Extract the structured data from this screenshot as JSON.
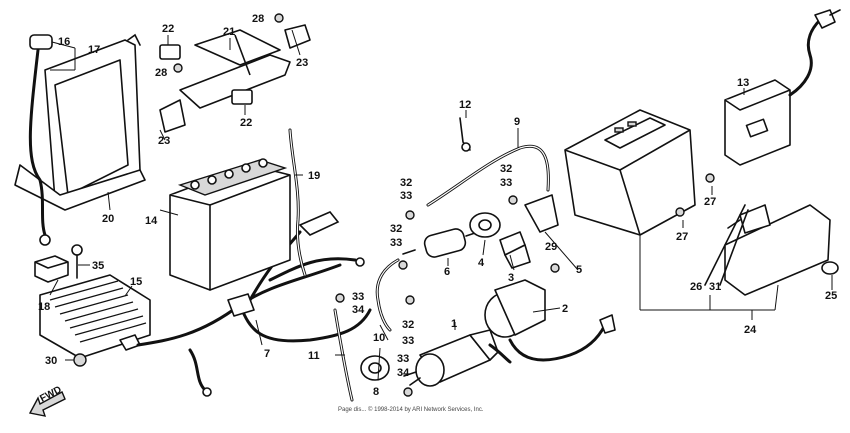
{
  "diagram": {
    "callouts": {
      "c1": "1",
      "c2": "2",
      "c3": "3",
      "c4": "4",
      "c5": "5",
      "c6": "6",
      "c7": "7",
      "c8": "8",
      "c9": "9",
      "c10": "10",
      "c11": "11",
      "c12": "12",
      "c13": "13",
      "c14": "14",
      "c15": "15",
      "c16": "16",
      "c17": "17",
      "c18": "18",
      "c19": "19",
      "c20": "20",
      "c21": "21",
      "c22a": "22",
      "c22b": "22",
      "c23a": "23",
      "c23b": "23",
      "c24": "24",
      "c25": "25",
      "c26": "26",
      "c27a": "27",
      "c27b": "27",
      "c28a": "28",
      "c28b": "28",
      "c29": "29",
      "c30": "30",
      "c31": "31",
      "c32a": "32",
      "c33a": "33",
      "c32b": "32",
      "c33b": "33",
      "c32c": "32",
      "c33c": "33",
      "c33d": "33",
      "c34a": "34",
      "c32d": "32",
      "c33e": "33",
      "c33f": "33",
      "c34b": "34",
      "c35": "35"
    },
    "fwd_label": "FWD",
    "copyright": "Page dis... © 1998-2014 by ARI Network Services, Inc."
  }
}
